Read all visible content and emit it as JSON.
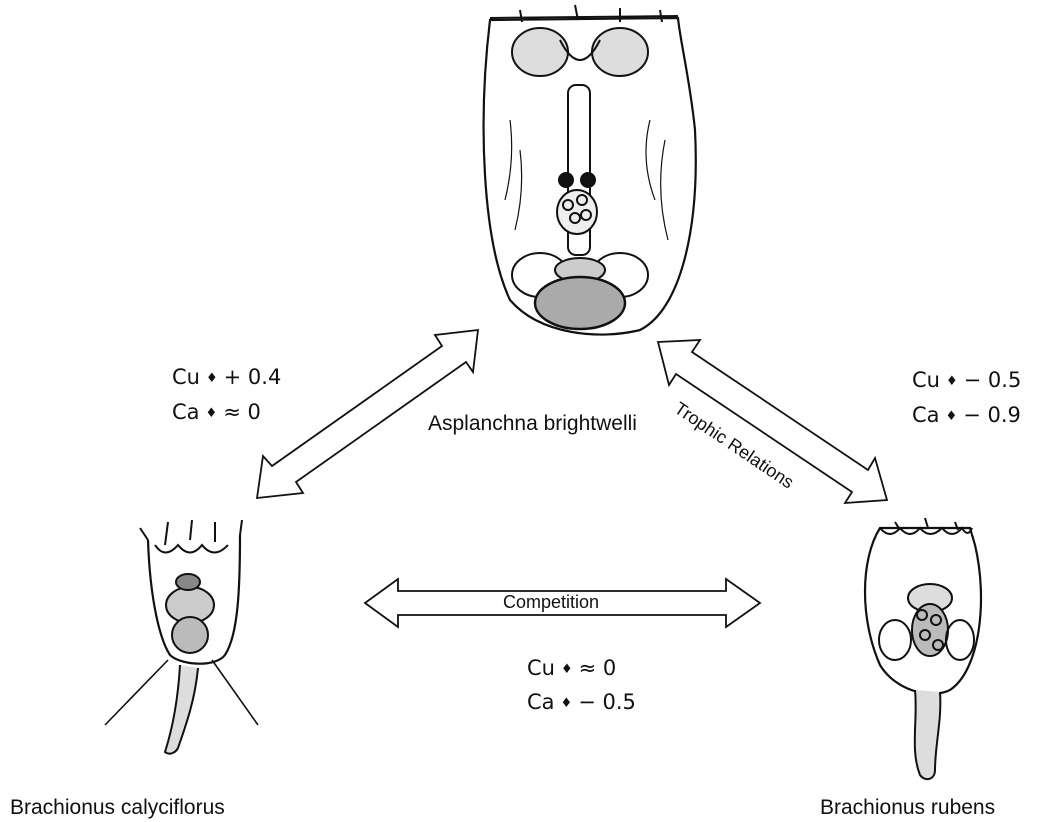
{
  "organisms": {
    "top": {
      "name": "Asplanchna brightwelli"
    },
    "left": {
      "name": "Brachionus calyciflorus"
    },
    "right": {
      "name": "Brachionus rubens"
    }
  },
  "relations": {
    "trophic_label": "Trophic  Relations",
    "competition_label": "Competition"
  },
  "coefficients": {
    "left": {
      "cu_sym": "Cu",
      "cu_val": "+ 0.4",
      "ca_sym": "Ca",
      "ca_val": "≈ 0"
    },
    "right": {
      "cu_sym": "Cu",
      "cu_val": "− 0.5",
      "ca_sym": "Ca",
      "ca_val": "− 0.9"
    },
    "bottom": {
      "cu_sym": "Cu",
      "cu_val": "≈ 0",
      "ca_sym": "Ca",
      "ca_val": "− 0.5"
    }
  }
}
